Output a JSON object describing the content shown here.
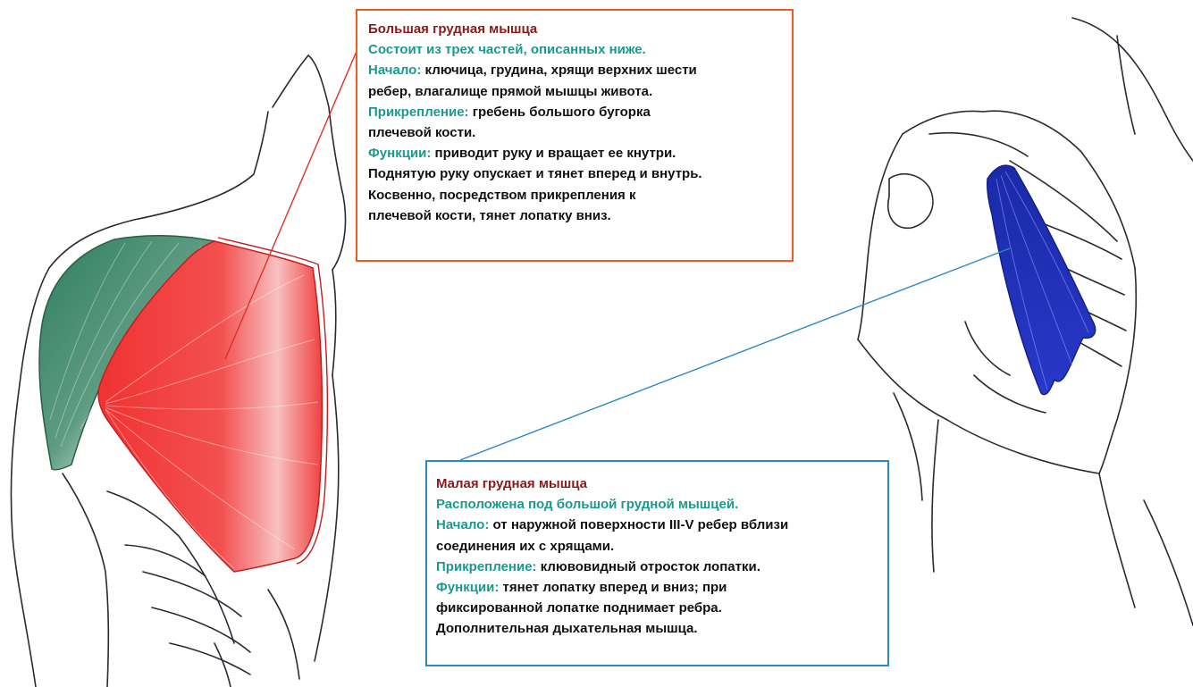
{
  "colors": {
    "major_muscle": "#ee3b3b",
    "deltoid": "#3f8a6a",
    "minor_muscle": "#1f2fb8",
    "major_border": "#ee5a24",
    "minor_border": "#2b8ac2",
    "title": "#8b1a1a",
    "label": "#1a9a8f"
  },
  "major": {
    "title": "Большая грудная мышца",
    "subtitle": "Состоит из трех частей, описанных ниже.",
    "origin_label": "Начало:",
    "origin_text_1": " ключица, грудина, хрящи верхних шести",
    "origin_text_2": "ребер, влагалище прямой мышцы живота.",
    "insertion_label": "Прикрепление:",
    "insertion_text_1": " гребень большого бугорка",
    "insertion_text_2": "плечевой кости.",
    "function_label": "Функции:",
    "function_text_1": " приводит руку и вращает ее кнутри.",
    "function_text_2": "Поднятую руку опускает и тянет вперед и внутрь.",
    "function_text_3": "Косвенно, посредством прикрепления к",
    "function_text_4": "плечевой кости, тянет лопатку вниз."
  },
  "minor": {
    "title": "Малая грудная мышца",
    "subtitle": "Расположена под большой грудной мышцей.",
    "origin_label": "Начало:",
    "origin_text_1": " от наружной поверхности III-V ребер вблизи",
    "origin_text_2": "соединения их с хрящами.",
    "insertion_label": "Прикрепление:",
    "insertion_text_1": " клювовидный отросток лопатки.",
    "function_label": "Функции:",
    "function_text_1": " тянет лопатку вперед и вниз; при",
    "function_text_2": "фиксированной лопатке поднимает ребра.",
    "function_text_3": "Дополнительная дыхательная мышца."
  }
}
